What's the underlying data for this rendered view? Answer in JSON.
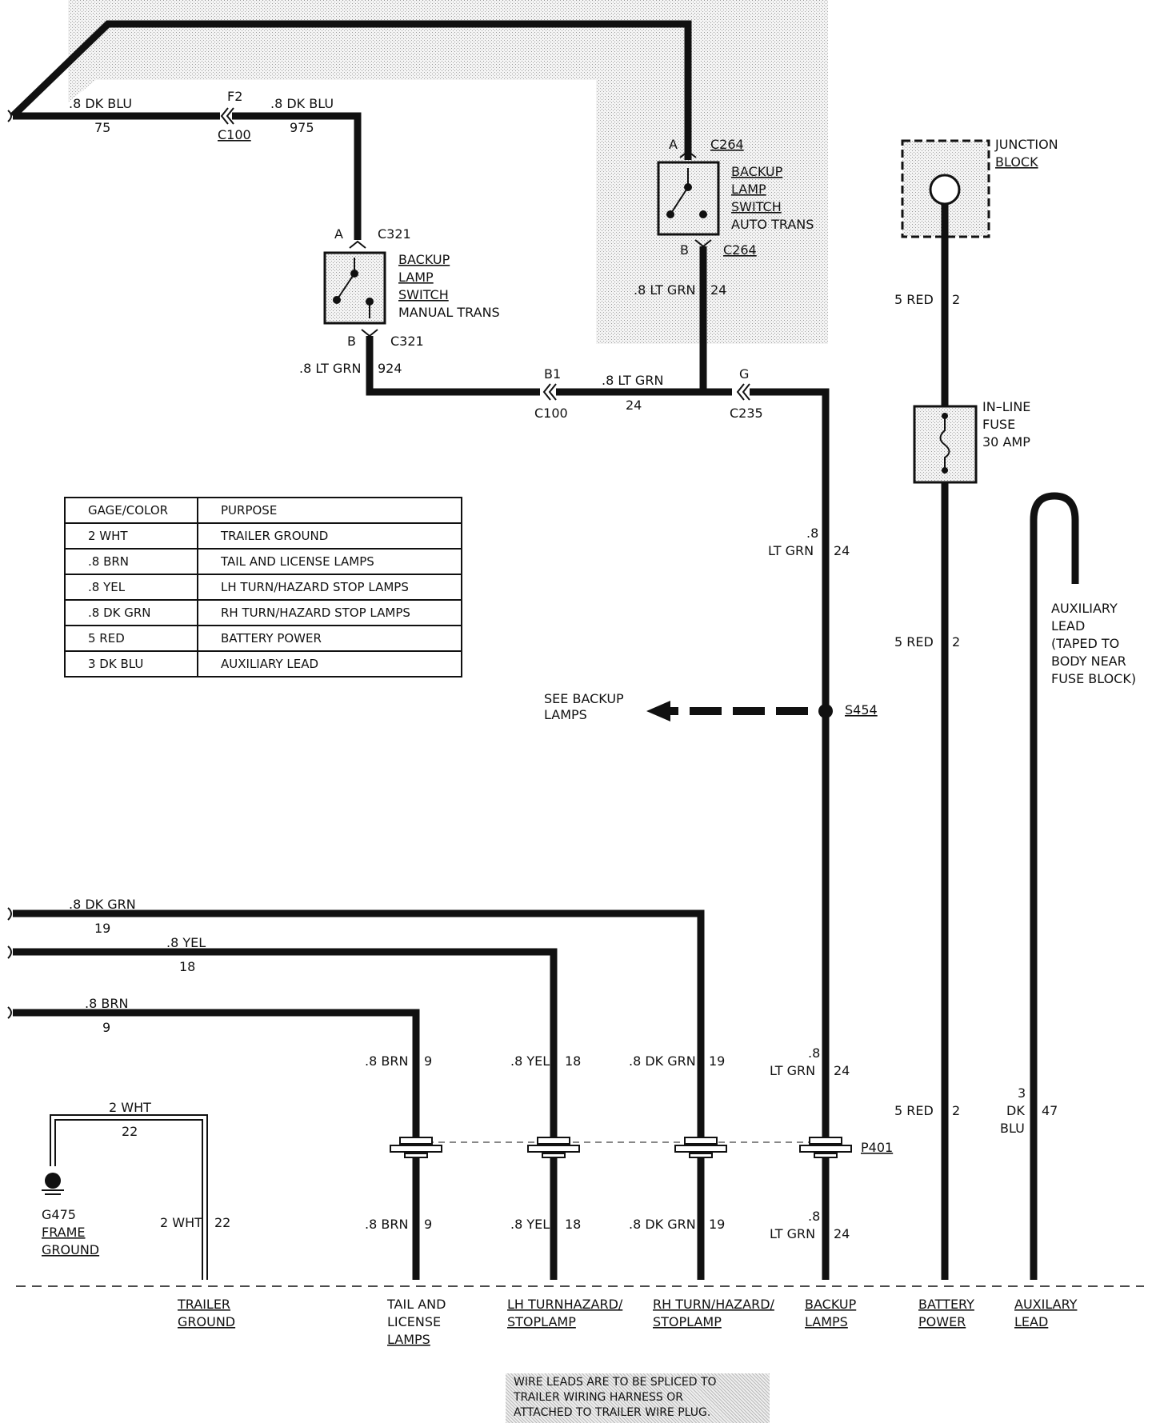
{
  "top": {
    "wire1_gage": ".8 DK BLU",
    "wire1_num": "75",
    "conn_c100_f2_pin": "F2",
    "conn_c100_f2_name": "C100",
    "wire2_gage": ".8 DK BLU",
    "wire2_num": "975"
  },
  "manual_switch": {
    "pin_a": "A",
    "conn_top": "C321",
    "pin_b": "B",
    "conn_bottom": "C321",
    "label": [
      "BACKUP",
      "LAMP",
      "SWITCH",
      "MANUAL TRANS"
    ],
    "wire_gage": ".8 LT GRN",
    "wire_num": "924"
  },
  "auto_switch": {
    "pin_a": "A",
    "conn_top": "C264",
    "pin_b": "B",
    "conn_bottom": "C264",
    "label": [
      "BACKUP",
      "LAMP",
      "SWITCH",
      "AUTO TRANS"
    ],
    "wire_gage": ".8 LT GRN",
    "wire_num": "24"
  },
  "mid": {
    "c100_pin": "B1",
    "c100_name": "C100",
    "wire_gage": ".8 LT GRN",
    "wire_num": "24",
    "c235_pin": "G",
    "c235_name": "C235",
    "right_gage_1": ".8",
    "right_gage_2": "LT GRN",
    "right_num": "24"
  },
  "splice": {
    "label": "S454",
    "see_1": "SEE BACKUP",
    "see_2": "LAMPS"
  },
  "junction": {
    "label_1": "JUNCTION",
    "label_2": "BLOCK",
    "wire_gage": "5 RED",
    "wire_num": "2"
  },
  "fuse": {
    "label_1": "IN–LINE",
    "label_2": "FUSE",
    "label_3": "30 AMP",
    "wire_gage": "5 RED",
    "wire_num": "2"
  },
  "aux": {
    "label": [
      "AUXILIARY",
      "LEAD",
      "(TAPED TO",
      "BODY NEAR",
      "FUSE BLOCK)"
    ]
  },
  "legend": {
    "header": [
      "GAGE/COLOR",
      "PURPOSE"
    ],
    "rows": [
      [
        "2 WHT",
        "TRAILER GROUND"
      ],
      [
        ".8 BRN",
        "TAIL AND LICENSE LAMPS"
      ],
      [
        ".8 YEL",
        "LH TURN/HAZARD STOP LAMPS"
      ],
      [
        ".8 DK GRN",
        "RH TURN/HAZARD STOP LAMPS"
      ],
      [
        "5 RED",
        "BATTERY POWER"
      ],
      [
        "3 DK BLU",
        "AUXILIARY LEAD"
      ]
    ]
  },
  "lower": {
    "dkgrn_gage": ".8 DK GRN",
    "dkgrn_num": "19",
    "yel_gage": ".8 YEL",
    "yel_num": "18",
    "brn_gage": ".8 BRN",
    "brn_num": "9",
    "brn_drop_gage": ".8 BRN",
    "brn_drop_num": "9",
    "yel_drop_gage": ".8 YEL",
    "yel_drop_num": "18",
    "dkgrn_drop_gage": ".8 DK GRN",
    "dkgrn_drop_num": "19",
    "ltgrn_drop_gage_1": ".8",
    "ltgrn_drop_gage_2": "LT GRN",
    "ltgrn_drop_num": "24",
    "red_drop_gage": "5 RED",
    "red_drop_num": "2",
    "blu_gage_1": "3",
    "blu_gage_2": "DK",
    "blu_gage_3": "BLU",
    "blu_num": "47",
    "plug_label": "P401",
    "wht_gage": "2 WHT",
    "wht_num": "22",
    "wht_drop_gage": "2 WHT",
    "wht_drop_num": "22",
    "ground_1": "G475",
    "ground_2": "FRAME",
    "ground_3": "GROUND"
  },
  "bottom_labels": {
    "trailer_ground": [
      "TRAILER",
      "GROUND"
    ],
    "tail": [
      "TAIL AND",
      "LICENSE",
      "LAMPS"
    ],
    "lh": [
      "LH TURNHAZARD/",
      "STOPLAMP"
    ],
    "rh": [
      "RH TURN/HAZARD/",
      "STOPLAMP"
    ],
    "backup": [
      "BACKUP",
      "LAMPS"
    ],
    "battery": [
      "BATTERY",
      "POWER"
    ],
    "aux": [
      "AUXILARY",
      "LEAD"
    ]
  },
  "note": [
    "WIRE LEADS ARE TO BE SPLICED TO",
    "TRAILER WIRING HARNESS OR",
    "ATTACHED TO TRAILER WIRE PLUG."
  ]
}
